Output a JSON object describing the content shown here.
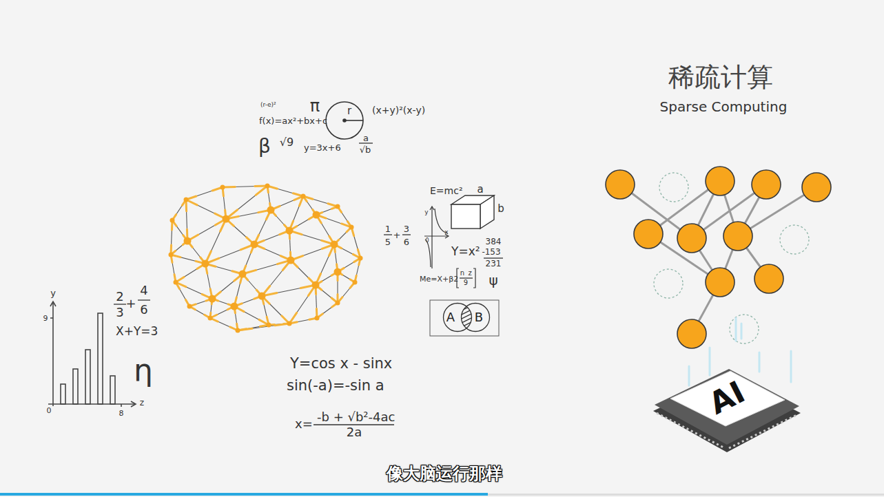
{
  "diagram": {
    "title": "稀疏计算",
    "caption": "像大脑运行那样",
    "nodes": [
      {
        "text": [
          "A"
        ]
      },
      {
        "text": [
          "B"
        ]
      },
      {
        "text": [
          "AI"
        ]
      }
    ],
    "labels": [
      "(r-e)²",
      "f(x)=ax²+bx+c",
      "π",
      "r",
      "(x+y)²(x-y)",
      "β",
      "√9",
      "y=3x+6",
      "a",
      "√b",
      "E=mc²",
      "a",
      "b",
      "1",
      "5",
      "+",
      "3",
      "6",
      "y",
      "x",
      "0",
      "Y=x²",
      "384",
      "-153",
      "231",
      "Me=X+β2",
      "n",
      "z",
      "9",
      "ψ",
      "y",
      "9",
      "0",
      "8",
      "z",
      "2",
      "3",
      "+",
      "4",
      "6",
      "X+Y=3",
      "η",
      "Y=cos x - sinx",
      "sin(-a)=-sin a",
      "x=",
      "-b + √b²-4ac",
      "2a",
      "Sparse Computing"
    ]
  }
}
